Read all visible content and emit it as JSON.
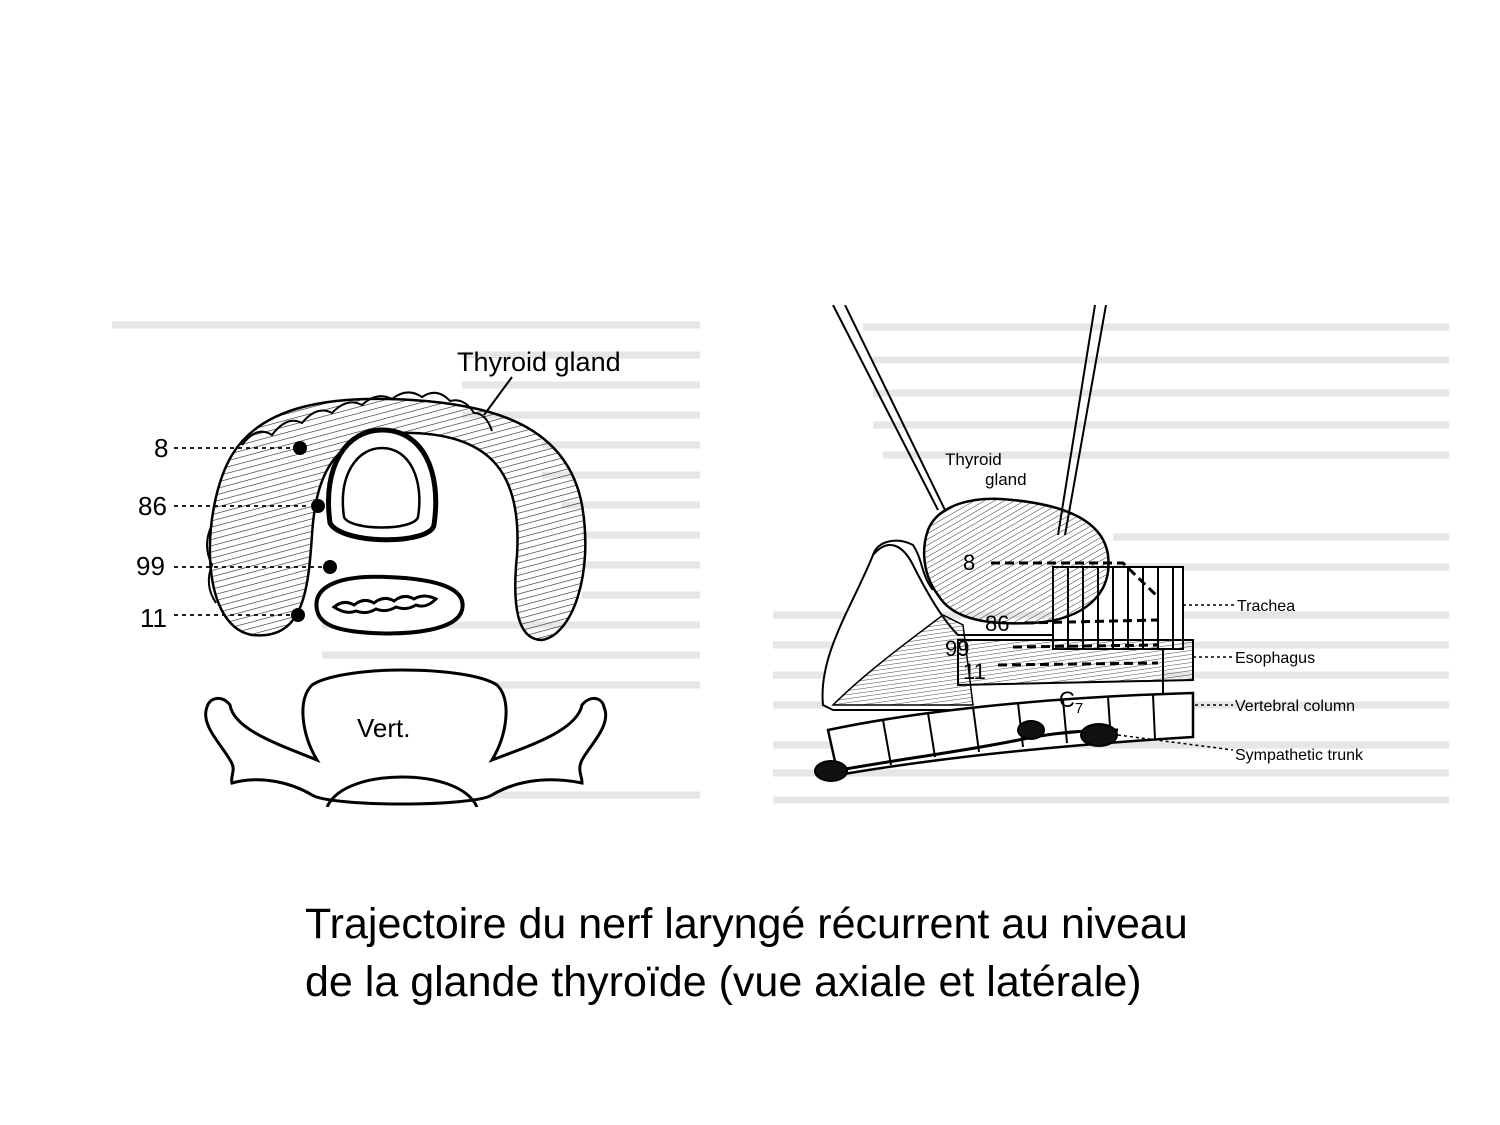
{
  "axial_view": {
    "labels": {
      "thyroid_gland": "Thyroid gland",
      "vert": "Vert."
    },
    "nerve_points": [
      "8",
      "86",
      "99",
      "11"
    ]
  },
  "lateral_view": {
    "labels": {
      "thyroid_gland_line1": "Thyroid",
      "thyroid_gland_line2": "gland",
      "c7": "C",
      "c7_sub": "7",
      "trachea": "Trachea",
      "esophagus": "Esophagus",
      "vertebral_column": "Vertebral column",
      "sympathetic_trunk": "Sympathetic trunk"
    },
    "nerve_points": [
      "8",
      "86",
      "99",
      "11"
    ]
  },
  "caption": {
    "line1": "Trajectoire du nerf laryngé récurrent au niveau",
    "line2": "de la glande thyroïde (vue axiale et latérale)"
  }
}
